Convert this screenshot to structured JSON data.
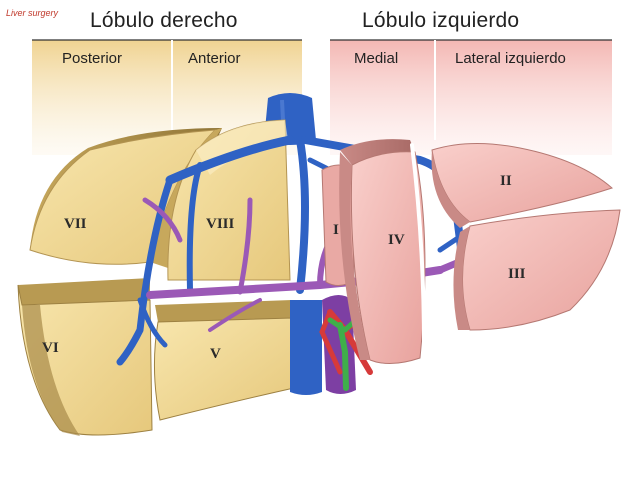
{
  "watermark": "Liver surgery",
  "lobes": {
    "right": {
      "title": "Lóbulo derecho",
      "sections": [
        "Posterior",
        "Anterior"
      ]
    },
    "left": {
      "title": "Lóbulo izquierdo",
      "sections": [
        "Medial",
        "Lateral izquierdo"
      ]
    }
  },
  "segments": [
    "I",
    "II",
    "III",
    "IV",
    "V",
    "VI",
    "VII",
    "VIII"
  ],
  "colors": {
    "right_header": "#f3dfa9",
    "left_header": "#f6c3c0",
    "right_segment": "#f0d999",
    "right_segment_side": "#b89a52",
    "left_segment": "#f2b6b2",
    "left_segment_side": "#c98a86",
    "portal_vein": "#9b59b6",
    "hepatic_vein": "#2f62c4",
    "artery": "#d63a3a",
    "bile_duct": "#3fae4a"
  }
}
